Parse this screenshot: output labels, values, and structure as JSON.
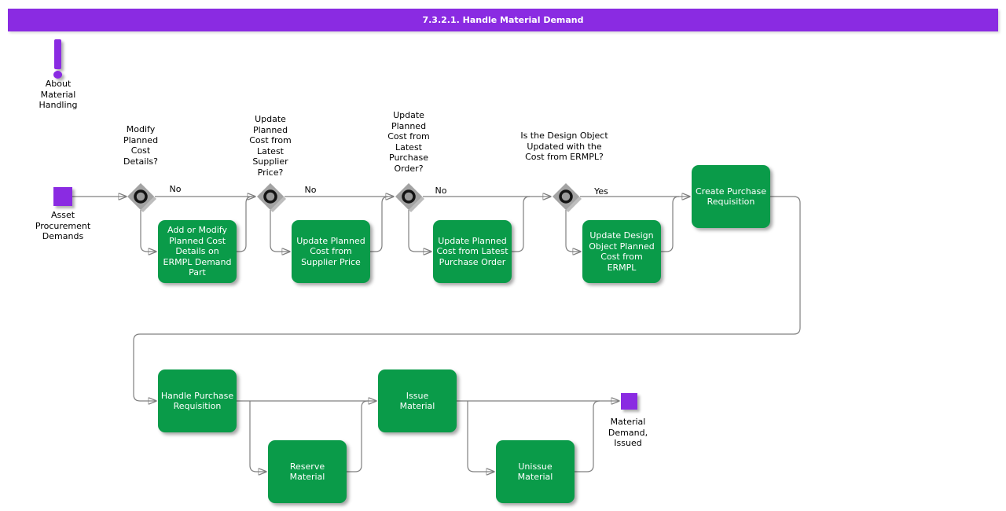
{
  "header": {
    "title": "7.3.2.1. Handle Material Demand"
  },
  "colors": {
    "accent_purple": "#8a2be2",
    "task_green": "#0a9b49",
    "connector_gray": "#808080",
    "gateway_gray": "#a3a3a3"
  },
  "about": {
    "label": "About\nMaterial\nHandling"
  },
  "start_node": {
    "label": "Asset\nProcurement\nDemands"
  },
  "end_node": {
    "label": "Material\nDemand,\nIssued"
  },
  "decisions": [
    {
      "question": "Modify\nPlanned\nCost\nDetails?",
      "edge_label": "No"
    },
    {
      "question": "Update\nPlanned\nCost from\nLatest\nSupplier\nPrice?",
      "edge_label": "No"
    },
    {
      "question": "Update\nPlanned\nCost from\nLatest\nPurchase\nOrder?",
      "edge_label": "No"
    },
    {
      "question": "Is the Design Object\nUpdated with the\nCost from ERMPL?",
      "edge_label": "Yes"
    }
  ],
  "tasks": [
    {
      "label": "Add or Modify\nPlanned Cost\nDetails on\nERMPL Demand\nPart"
    },
    {
      "label": "Update Planned\nCost from\nSupplier Price"
    },
    {
      "label": "Update Planned\nCost from Latest\nPurchase Order"
    },
    {
      "label": "Update Design\nObject Planned\nCost from\nERMPL"
    },
    {
      "label": "Create Purchase\nRequisition"
    },
    {
      "label": "Handle Purchase\nRequisition"
    },
    {
      "label": "Reserve\nMaterial"
    },
    {
      "label": "Issue\nMaterial"
    },
    {
      "label": "Unissue\nMaterial"
    }
  ]
}
